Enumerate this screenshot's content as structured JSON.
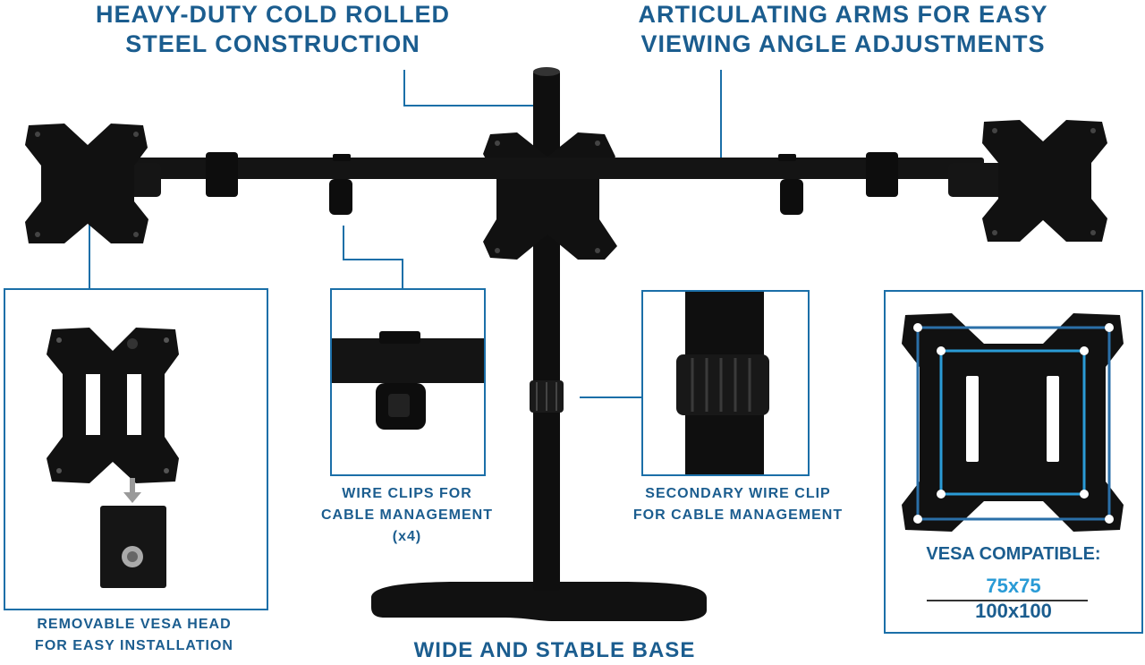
{
  "headlines": {
    "steel": [
      "HEAVY-DUTY COLD ROLLED",
      "STEEL CONSTRUCTION"
    ],
    "arms": [
      "ARTICULATING ARMS FOR EASY",
      "VIEWING ANGLE ADJUSTMENTS"
    ]
  },
  "captions": {
    "vesa_head": [
      "REMOVABLE VESA HEAD",
      "FOR EASY INSTALLATION"
    ],
    "wire_clips": [
      "WIRE CLIPS FOR",
      "CABLE MANAGEMENT",
      "(x4)"
    ],
    "secondary_clip": [
      "SECONDARY WIRE CLIP",
      "FOR CABLE MANAGEMENT"
    ],
    "base": "WIDE AND STABLE BASE"
  },
  "vesa": {
    "title": "VESA COMPATIBLE:",
    "size_small": "75x75",
    "size_large": "100x100"
  },
  "colors": {
    "brand_blue": "#1b5d8f",
    "accent_blue": "#2a9bd6",
    "callout_line": "#1b6fa8",
    "product_black": "#111111"
  }
}
